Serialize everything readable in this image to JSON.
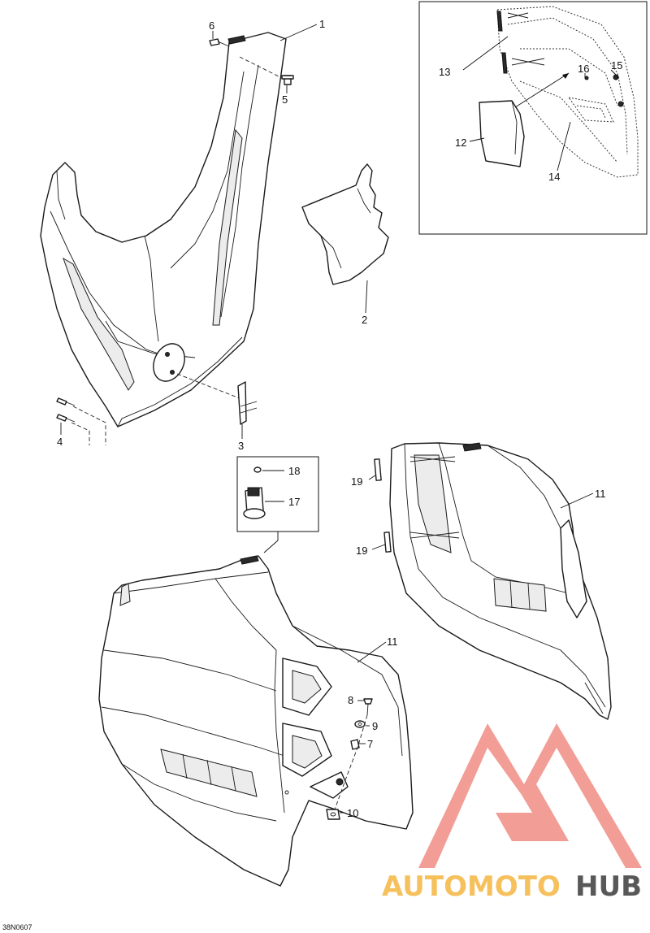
{
  "drawing_ref": "38N0607",
  "callouts": {
    "c1": "1",
    "c2": "2",
    "c3": "3",
    "c4": "4",
    "c5": "5",
    "c6": "6",
    "c7": "7",
    "c8": "8",
    "c9": "9",
    "c10": "10",
    "c11a": "11",
    "c11b": "11",
    "c12": "12",
    "c13": "13",
    "c14": "14",
    "c15": "15",
    "c16": "16",
    "c17": "17",
    "c18": "18",
    "c19a": "19",
    "c19b": "19"
  },
  "watermark": {
    "brand_part1": "AUTOMOTO",
    "brand_part2": "HUB",
    "color_primary": "#f08c84",
    "color_secondary": "#f5b640",
    "color_dark": "#3c3c3c"
  }
}
